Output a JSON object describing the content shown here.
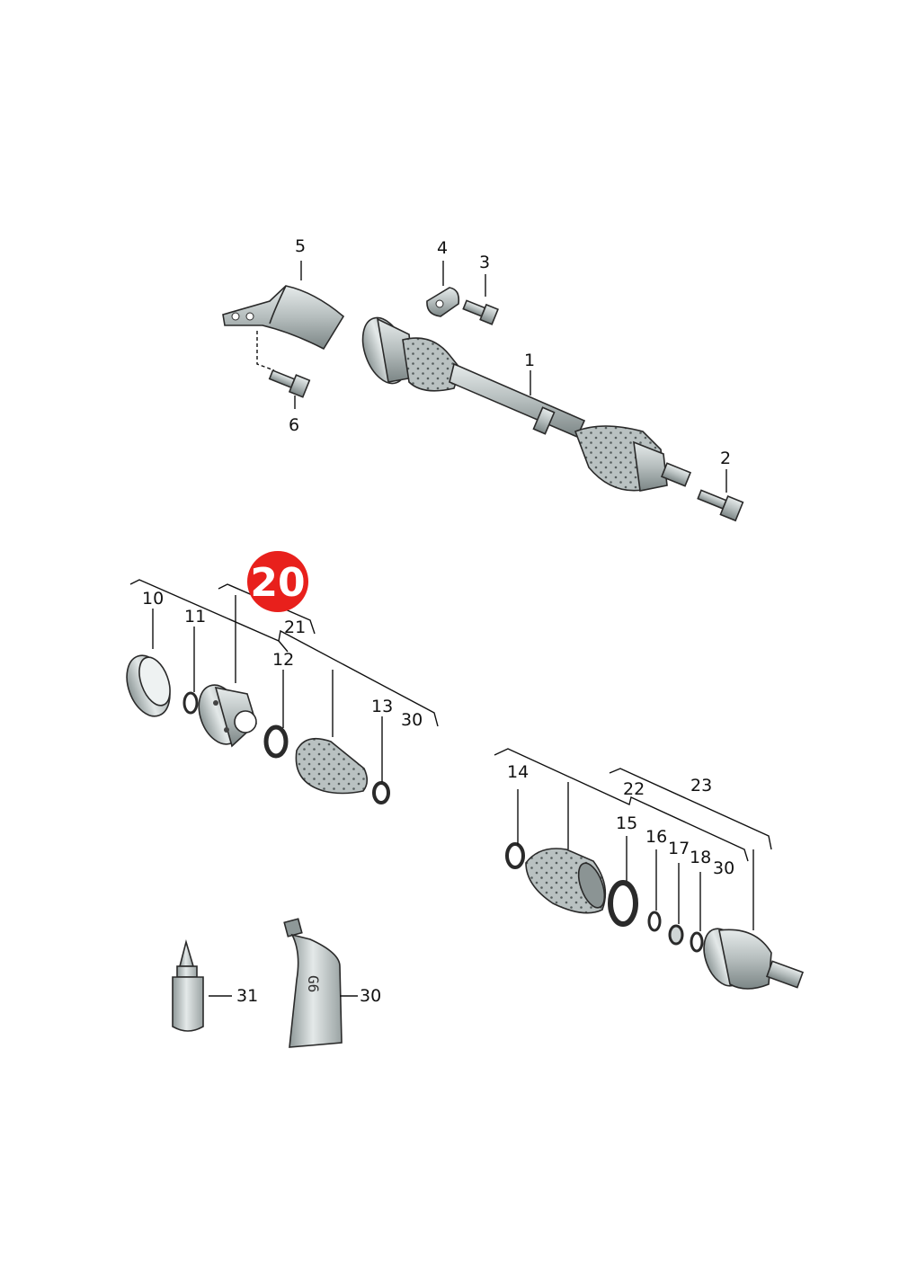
{
  "diagram": {
    "part_labels": {
      "p1": "1",
      "p2": "2",
      "p3": "3",
      "p4": "4",
      "p5": "5",
      "p6": "6",
      "p10": "10",
      "p11": "11",
      "p12": "12",
      "p13": "13",
      "p14": "14",
      "p15": "15",
      "p16": "16",
      "p17": "17",
      "p18": "18",
      "p21": "21",
      "p22": "22",
      "p23": "23",
      "p30a": "30",
      "p30b": "30",
      "p30c": "30",
      "p31": "31"
    },
    "highlight": {
      "label": "20",
      "color": "#e8201c"
    },
    "tube_marking": "G6",
    "colors": {
      "metal_light": "#d6dcdc",
      "metal_mid": "#a9b2b2",
      "metal_dark": "#6f7a7a",
      "boot": "#b9c1c1",
      "boot_dots": "#5a6262"
    }
  }
}
